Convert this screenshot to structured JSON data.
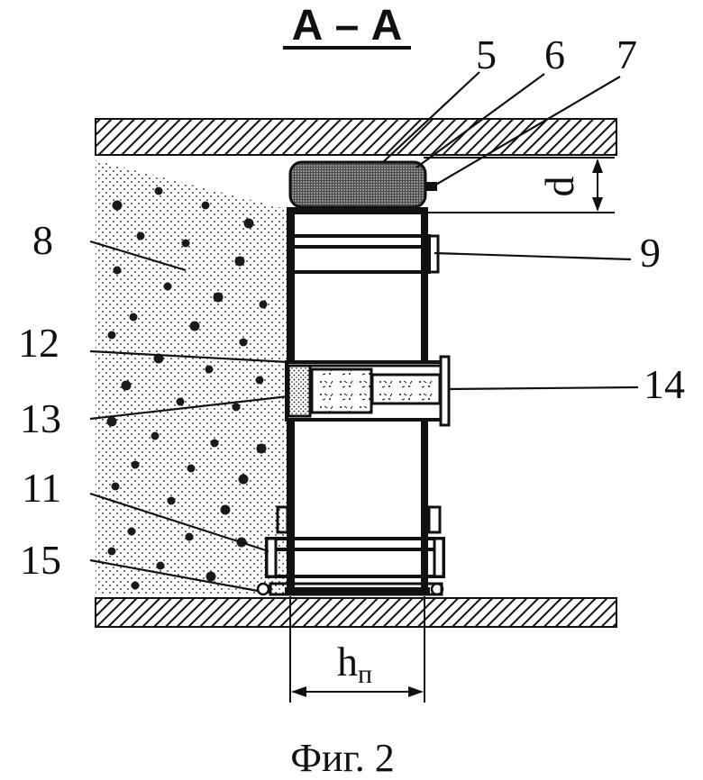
{
  "figure": {
    "title": "А – А",
    "caption": "Фиг. 2",
    "dimension_d": "d",
    "dimension_h_main": "h",
    "dimension_h_sub": "п"
  },
  "labels": {
    "l5": "5",
    "l6": "6",
    "l7": "7",
    "l8": "8",
    "l9": "9",
    "l11": "11",
    "l12": "12",
    "l13": "13",
    "l14": "14",
    "l15": "15"
  }
}
